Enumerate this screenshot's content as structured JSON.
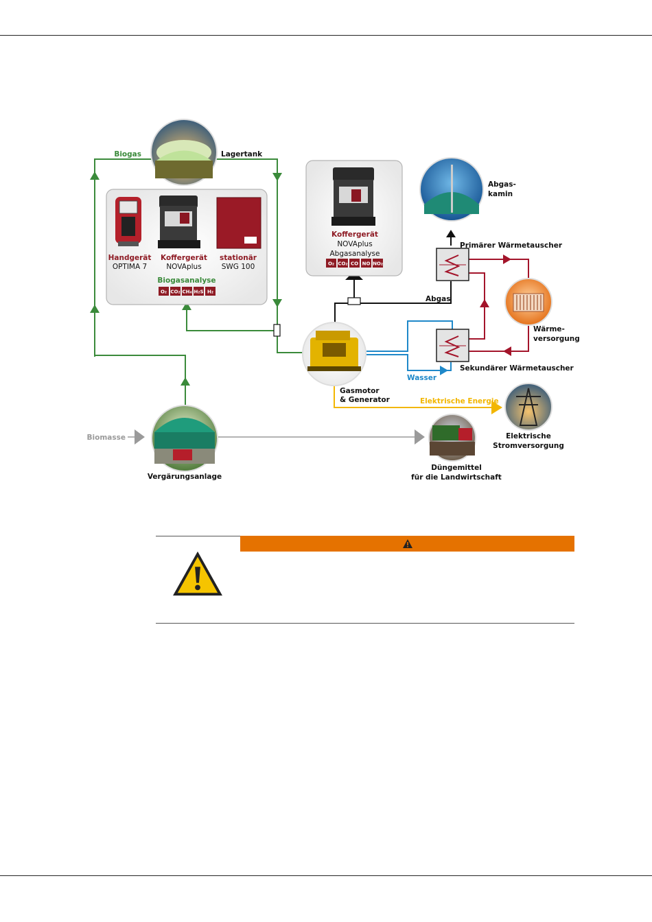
{
  "labels": {
    "biogas": "Biogas",
    "lagertank": "Lagertank",
    "handgeraet": "Handgerät",
    "optima": "OPTIMA 7",
    "koffergeraet1": "Koffergerät",
    "novaplus1": "NOVAplus",
    "stationaer": "stationär",
    "swg": "SWG 100",
    "biogasanalyse": "Biogasanalyse",
    "koffergeraet2": "Koffergerät",
    "novaplus2": "NOVAplus",
    "abgasanalyse": "Abgasanalyse",
    "abgaskamin_1": "Abgas-",
    "abgaskamin_2": "kamin",
    "primaer": "Primärer Wärmetauscher",
    "abgas": "Abgas",
    "waerme_1": "Wärme-",
    "waerme_2": "versorgung",
    "sekundaer": "Sekundärer Wärmetauscher",
    "wasser": "Wasser",
    "gasmotor_1": "Gasmotor",
    "gasmotor_2": "& Generator",
    "elektrische_energie": "Elektrische Energie",
    "strom_1": "Elektrische",
    "strom_2": "Stromversorgung",
    "biomasse": "Biomasse",
    "vergaerung": "Vergärungsanlage",
    "duenger_1": "Düngemittel",
    "duenger_2": "für die Landwirtschaft"
  },
  "biogas_chips": [
    "O₂",
    "CO₂",
    "CH₄",
    "H₂S",
    "H₂"
  ],
  "abgas_chips": [
    "O₂",
    "CO₂",
    "CO",
    "NO",
    "NO₂"
  ],
  "colors": {
    "biogas_line": "#3a8a3a",
    "heat_line": "#a3142a",
    "water_line": "#1e88c9",
    "energy_line": "#f2b600",
    "biomass_line": "#9a9a9a",
    "chip": "#8e1b24",
    "warning_bar": "#e57200",
    "warning_icon": "#f5c400"
  },
  "icons": [
    "warning-icon",
    "warning-triangle-icon"
  ]
}
